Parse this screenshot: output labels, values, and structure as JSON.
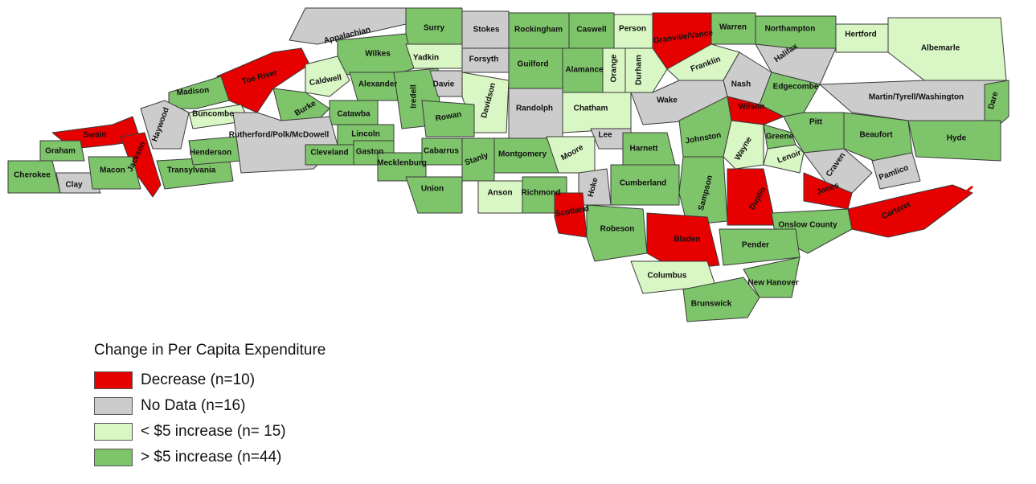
{
  "legend": {
    "title": "Change in Per Capita Expenditure",
    "items": [
      {
        "key": "decrease",
        "label": "Decrease (n=10)",
        "color": "#e60000"
      },
      {
        "key": "nodata",
        "label": "No Data (n=16)",
        "color": "#cccccc"
      },
      {
        "key": "small",
        "label": "< $5 increase (n= 15)",
        "color": "#d9f7c4"
      },
      {
        "key": "large",
        "label": "> $5 increase (n=44)",
        "color": "#7ec46a"
      }
    ]
  },
  "counties": [
    {
      "name": "Appalachian",
      "cat": "nodata"
    },
    {
      "name": "Surry",
      "cat": "large"
    },
    {
      "name": "Stokes",
      "cat": "nodata"
    },
    {
      "name": "Rockingham",
      "cat": "large"
    },
    {
      "name": "Caswell",
      "cat": "large"
    },
    {
      "name": "Person",
      "cat": "small"
    },
    {
      "name": "Granville/Vance",
      "cat": "decrease"
    },
    {
      "name": "Warren",
      "cat": "large"
    },
    {
      "name": "Northampton",
      "cat": "large"
    },
    {
      "name": "Hertford",
      "cat": "small"
    },
    {
      "name": "Albemarle",
      "cat": "small"
    },
    {
      "name": "Halifax",
      "cat": "nodata"
    },
    {
      "name": "Wilkes",
      "cat": "large"
    },
    {
      "name": "Yadkin",
      "cat": "small"
    },
    {
      "name": "Forsyth",
      "cat": "nodata"
    },
    {
      "name": "Guilford",
      "cat": "large"
    },
    {
      "name": "Alamance",
      "cat": "large"
    },
    {
      "name": "Orange",
      "cat": "small"
    },
    {
      "name": "Durham",
      "cat": "small"
    },
    {
      "name": "Franklin",
      "cat": "small"
    },
    {
      "name": "Nash",
      "cat": "nodata"
    },
    {
      "name": "Edgecombe",
      "cat": "large"
    },
    {
      "name": "Martin/Tyrell/Washington",
      "cat": "nodata"
    },
    {
      "name": "Dare",
      "cat": "large"
    },
    {
      "name": "Toe River",
      "cat": "decrease"
    },
    {
      "name": "Caldwell",
      "cat": "small"
    },
    {
      "name": "Alexander",
      "cat": "large"
    },
    {
      "name": "Iredell",
      "cat": "large"
    },
    {
      "name": "Davie",
      "cat": "nodata"
    },
    {
      "name": "Davidson",
      "cat": "small"
    },
    {
      "name": "Randolph",
      "cat": "nodata"
    },
    {
      "name": "Chatham",
      "cat": "small"
    },
    {
      "name": "Wake",
      "cat": "nodata"
    },
    {
      "name": "Wilson",
      "cat": "decrease"
    },
    {
      "name": "Pitt",
      "cat": "large"
    },
    {
      "name": "Beaufort",
      "cat": "large"
    },
    {
      "name": "Hyde",
      "cat": "large"
    },
    {
      "name": "Madison",
      "cat": "large"
    },
    {
      "name": "Buncombe",
      "cat": "small"
    },
    {
      "name": "Haywood",
      "cat": "nodata"
    },
    {
      "name": "Burke",
      "cat": "large"
    },
    {
      "name": "Catawba",
      "cat": "large"
    },
    {
      "name": "Lincoln",
      "cat": "large"
    },
    {
      "name": "Rowan",
      "cat": "large"
    },
    {
      "name": "Lee",
      "cat": "nodata"
    },
    {
      "name": "Johnston",
      "cat": "large"
    },
    {
      "name": "Wayne",
      "cat": "small"
    },
    {
      "name": "Greene",
      "cat": "large"
    },
    {
      "name": "Lenoir",
      "cat": "small"
    },
    {
      "name": "Craven",
      "cat": "nodata"
    },
    {
      "name": "Pamlico",
      "cat": "nodata"
    },
    {
      "name": "Swain",
      "cat": "decrease"
    },
    {
      "name": "Jackson",
      "cat": "decrease"
    },
    {
      "name": "Graham",
      "cat": "large"
    },
    {
      "name": "Cherokee",
      "cat": "large"
    },
    {
      "name": "Clay",
      "cat": "nodata"
    },
    {
      "name": "Macon",
      "cat": "large"
    },
    {
      "name": "Transylvania",
      "cat": "large"
    },
    {
      "name": "Henderson",
      "cat": "large"
    },
    {
      "name": "Rutherford/Polk/McDowell",
      "cat": "nodata"
    },
    {
      "name": "Cleveland",
      "cat": "large"
    },
    {
      "name": "Gaston",
      "cat": "large"
    },
    {
      "name": "Mecklenburg",
      "cat": "large"
    },
    {
      "name": "Cabarrus",
      "cat": "large"
    },
    {
      "name": "Stanly",
      "cat": "large"
    },
    {
      "name": "Montgomery",
      "cat": "large"
    },
    {
      "name": "Moore",
      "cat": "small"
    },
    {
      "name": "Harnett",
      "cat": "large"
    },
    {
      "name": "Hoke",
      "cat": "nodata"
    },
    {
      "name": "Cumberland",
      "cat": "large"
    },
    {
      "name": "Sampson",
      "cat": "large"
    },
    {
      "name": "Duplin",
      "cat": "decrease"
    },
    {
      "name": "Jones",
      "cat": "decrease"
    },
    {
      "name": "Carteret",
      "cat": "decrease"
    },
    {
      "name": "Union",
      "cat": "large"
    },
    {
      "name": "Anson",
      "cat": "small"
    },
    {
      "name": "Richmond",
      "cat": "large"
    },
    {
      "name": "Scotland",
      "cat": "decrease"
    },
    {
      "name": "Robeson",
      "cat": "large"
    },
    {
      "name": "Bladen",
      "cat": "decrease"
    },
    {
      "name": "Onslow County",
      "cat": "large"
    },
    {
      "name": "Pender",
      "cat": "large"
    },
    {
      "name": "Columbus",
      "cat": "small"
    },
    {
      "name": "New Hanover",
      "cat": "large"
    },
    {
      "name": "Brunswick",
      "cat": "large"
    }
  ]
}
